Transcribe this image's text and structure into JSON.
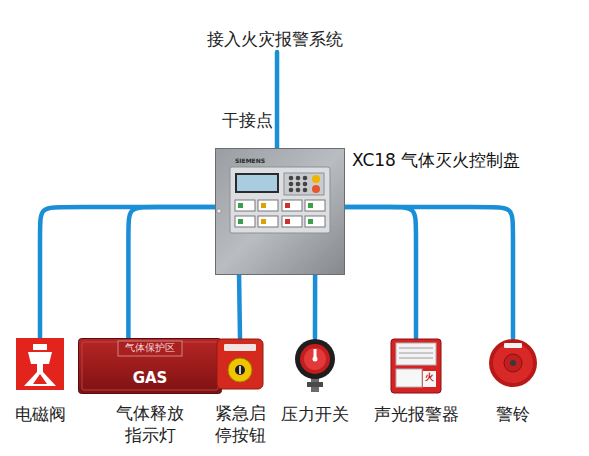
{
  "diagram": {
    "nodes": [
      {
        "text": [
          "接入火灾报警系统"
        ]
      },
      {
        "text": [
          "SIEMENS",
          "XC18 气体灭火控制盘"
        ]
      },
      {
        "text": [
          "电磁阀"
        ]
      },
      {
        "text": [
          "气体保护区",
          "GAS",
          "气体释放 指示灯"
        ]
      },
      {
        "text": [
          "紧急启 停按钮"
        ]
      },
      {
        "text": [
          "压力开关"
        ]
      },
      {
        "text": [
          "火",
          "声光报警器"
        ]
      },
      {
        "text": [
          "警铃"
        ]
      }
    ],
    "edges": [
      {
        "from": 0,
        "to": 1,
        "label": "干接点",
        "arrow": "none"
      },
      {
        "from": 1,
        "to": 2,
        "arrow": "none"
      },
      {
        "from": 1,
        "to": 3,
        "arrow": "none"
      },
      {
        "from": 1,
        "to": 4,
        "arrow": "none"
      },
      {
        "from": 1,
        "to": 5,
        "arrow": "none"
      },
      {
        "from": 1,
        "to": 6,
        "arrow": "none"
      },
      {
        "from": 1,
        "to": 7,
        "arrow": "none"
      }
    ]
  }
}
